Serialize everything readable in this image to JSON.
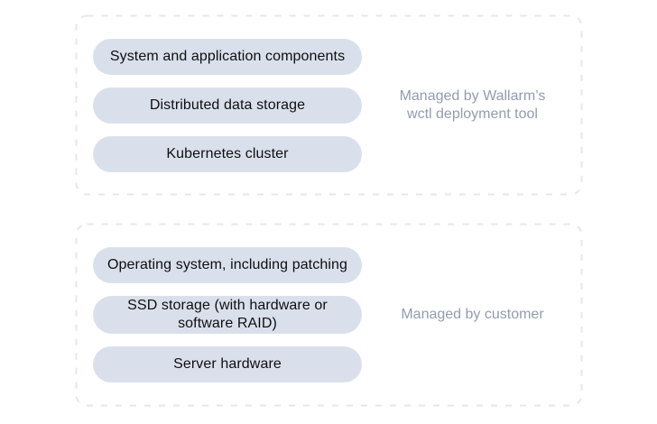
{
  "diagram": {
    "groups": [
      {
        "label": "Managed by Wallarm’s wctl deployment tool",
        "items": [
          "System and application components",
          "Distributed data storage",
          "Kubernetes cluster"
        ]
      },
      {
        "label": "Managed by customer",
        "items": [
          "Operating system, including patching",
          "SSD storage (with hardware or software RAID)",
          "Server hardware"
        ]
      }
    ],
    "colors": {
      "pill_background": "#dae0eb",
      "pill_text": "#0e0f11",
      "side_label_text": "#929cb0",
      "dashed_border": "#e7e7e7",
      "page_background": "#ffffff"
    }
  }
}
